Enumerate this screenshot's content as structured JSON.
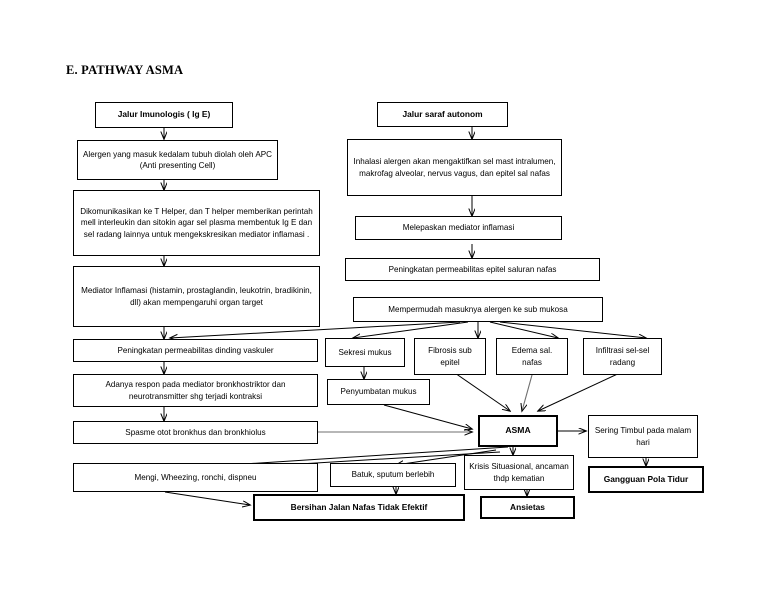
{
  "page": {
    "title": "E. PATHWAY ASMA",
    "ink": "#000000",
    "paper": "#ffffff"
  },
  "nodes": {
    "jalur_imunologis": "Jalur Imunologis ( Ig E)",
    "jalur_saraf": "Jalur saraf autonom",
    "alergen_masuk": "Alergen yang masuk kedalam tubuh diolah oleh APC (Anti presenting Cell)",
    "inhalasi": "Inhalasi alergen akan mengaktifkan sel mast intralumen, makrofag alveolar, nervus vagus, dan epitel sal nafas",
    "dikomunikasikan": "Dikomunikasikan ke T Helper, dan T helper memberikan perintah mell interleukin dan sitokin agar sel plasma membentuk Ig E dan sel radang lainnya untuk mengekskresikan mediator inflamasi .",
    "melepaskan": "Melepaskan mediator inflamasi",
    "peningkatan_epitel": "Peningkatan permeabilitas epitel saluran nafas",
    "mediator_inflamasi": "Mediator Inflamasi (histamin, prostaglandin, leukotrin, bradikinin, dll) akan mempengaruhi organ target",
    "mempermudah": "Mempermudah masuknya alergen ke sub mukosa",
    "peningkatan_vaskuler": "Peningkatan permeabilitas dinding vaskuler",
    "sekresi_mukus": "Sekresi mukus",
    "fibrosis": "Fibrosis sub epitel",
    "edema": "Edema sal. nafas",
    "infiltrasi": "Infiltrasi sel-sel radang",
    "adanya_respon": "Adanya respon pada mediator bronkhostriktor dan neurotransmitter shg terjadi kontraksi",
    "penyumbatan": "Penyumbatan mukus",
    "spasme": "Spasme otot bronkhus dan bronkhiolus",
    "asma": "ASMA",
    "sering_timbul": "Sering Timbul pada malam hari",
    "mengi": "Mengi, Wheezing, ronchi, dispneu",
    "batuk": "Batuk, sputum berlebih",
    "krisis": "Krisis Situasional, ancaman thdp kematian",
    "gangguan_tidur": "Gangguan Pola Tidur",
    "bersihan": "Bersihan Jalan Nafas Tidak Efektif",
    "ansietas": "Ansietas"
  }
}
